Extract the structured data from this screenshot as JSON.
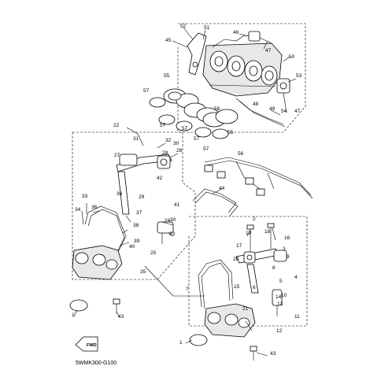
{
  "diagram_code": "5WMK300-G100",
  "fwd_label": "FWD",
  "callouts": [
    {
      "id": "c52",
      "text": "52"
    },
    {
      "id": "c51",
      "text": "51"
    },
    {
      "id": "c46",
      "text": "46"
    },
    {
      "id": "c45",
      "text": "45"
    },
    {
      "id": "c47a",
      "text": "47"
    },
    {
      "id": "c50",
      "text": "50"
    },
    {
      "id": "c53",
      "text": "53"
    },
    {
      "id": "c55a",
      "text": "55"
    },
    {
      "id": "c57a",
      "text": "57"
    },
    {
      "id": "c58",
      "text": "58"
    },
    {
      "id": "c48",
      "text": "48"
    },
    {
      "id": "c49",
      "text": "49"
    },
    {
      "id": "c54",
      "text": "54"
    },
    {
      "id": "c47b",
      "text": "47"
    },
    {
      "id": "c57b",
      "text": "57"
    },
    {
      "id": "c57c",
      "text": "57"
    },
    {
      "id": "c57d",
      "text": "57"
    },
    {
      "id": "c57e",
      "text": "57"
    },
    {
      "id": "c55b",
      "text": "55"
    },
    {
      "id": "c22",
      "text": "22"
    },
    {
      "id": "c31",
      "text": "31"
    },
    {
      "id": "c32",
      "text": "32"
    },
    {
      "id": "c30a",
      "text": "30"
    },
    {
      "id": "c28",
      "text": "28"
    },
    {
      "id": "c27",
      "text": "27"
    },
    {
      "id": "c26",
      "text": "26"
    },
    {
      "id": "c56",
      "text": "56"
    },
    {
      "id": "c42",
      "text": "42"
    },
    {
      "id": "c44",
      "text": "44"
    },
    {
      "id": "c33",
      "text": "33"
    },
    {
      "id": "c36a",
      "text": "36"
    },
    {
      "id": "c36b",
      "text": "36"
    },
    {
      "id": "c29",
      "text": "29"
    },
    {
      "id": "c34",
      "text": "34"
    },
    {
      "id": "c37",
      "text": "37"
    },
    {
      "id": "c41",
      "text": "41"
    },
    {
      "id": "c30b",
      "text": "30"
    },
    {
      "id": "c24",
      "text": "24"
    },
    {
      "id": "c38",
      "text": "38"
    },
    {
      "id": "c23",
      "text": "23"
    },
    {
      "id": "c39",
      "text": "39"
    },
    {
      "id": "c40",
      "text": "40"
    },
    {
      "id": "c25",
      "text": "25"
    },
    {
      "id": "c35",
      "text": "35"
    },
    {
      "id": "c1a",
      "text": "1"
    },
    {
      "id": "c43a",
      "text": "43"
    },
    {
      "id": "c2",
      "text": "2"
    },
    {
      "id": "c19",
      "text": "19"
    },
    {
      "id": "c18",
      "text": "18"
    },
    {
      "id": "c16",
      "text": "16"
    },
    {
      "id": "c17",
      "text": "17"
    },
    {
      "id": "c20",
      "text": "20"
    },
    {
      "id": "c3",
      "text": "3"
    },
    {
      "id": "c9",
      "text": "9"
    },
    {
      "id": "c8",
      "text": "8"
    },
    {
      "id": "c4",
      "text": "4"
    },
    {
      "id": "c5",
      "text": "5"
    },
    {
      "id": "c7",
      "text": "7"
    },
    {
      "id": "c6",
      "text": "6"
    },
    {
      "id": "c15",
      "text": "15"
    },
    {
      "id": "c10",
      "text": "10"
    },
    {
      "id": "c14",
      "text": "14"
    },
    {
      "id": "c13",
      "text": "13"
    },
    {
      "id": "c21",
      "text": "21"
    },
    {
      "id": "c11",
      "text": "11"
    },
    {
      "id": "c12",
      "text": "12"
    },
    {
      "id": "c1b",
      "text": "1"
    },
    {
      "id": "c43b",
      "text": "43"
    }
  ]
}
